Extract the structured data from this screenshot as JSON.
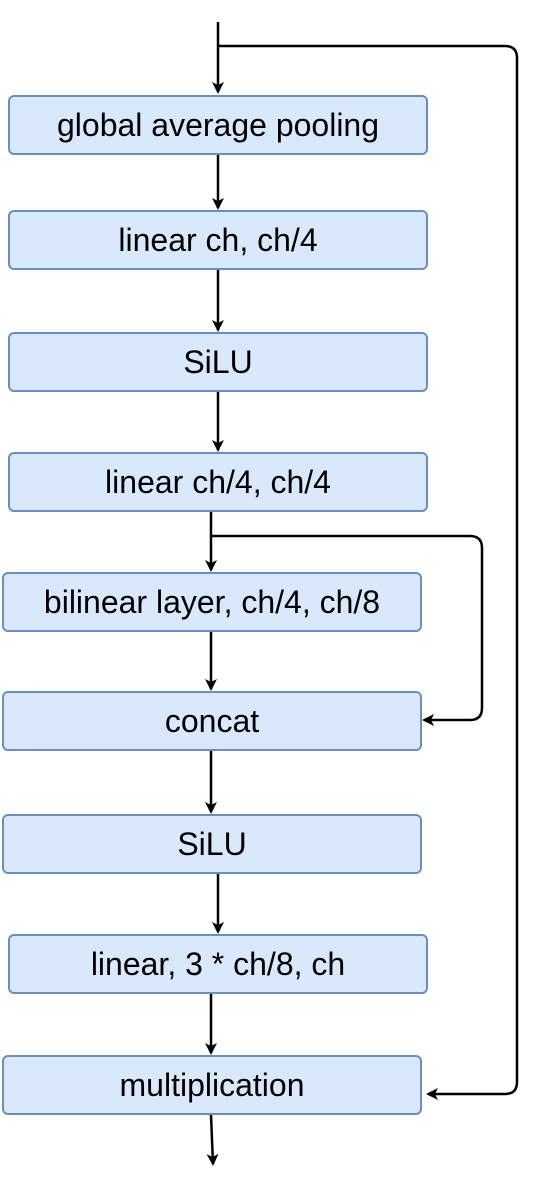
{
  "diagram": {
    "nodes": [
      {
        "id": "global-average-pooling",
        "label": "global average pooling"
      },
      {
        "id": "linear-1",
        "label": "linear ch, ch/4"
      },
      {
        "id": "silu-1",
        "label": "SiLU"
      },
      {
        "id": "linear-2",
        "label": "linear ch/4, ch/4"
      },
      {
        "id": "bilinear-layer",
        "label": "bilinear layer, ch/4, ch/8"
      },
      {
        "id": "concat",
        "label": "concat"
      },
      {
        "id": "silu-2",
        "label": "SiLU"
      },
      {
        "id": "linear-3",
        "label": "linear, 3 * ch/8, ch"
      },
      {
        "id": "multiplication",
        "label": "multiplication"
      }
    ],
    "edges": [
      {
        "from": "input",
        "to": "global-average-pooling"
      },
      {
        "from": "global-average-pooling",
        "to": "linear-1"
      },
      {
        "from": "linear-1",
        "to": "silu-1"
      },
      {
        "from": "silu-1",
        "to": "linear-2"
      },
      {
        "from": "linear-2",
        "to": "bilinear-layer"
      },
      {
        "from": "bilinear-layer",
        "to": "concat"
      },
      {
        "from": "linear-2",
        "to": "concat",
        "kind": "skip"
      },
      {
        "from": "concat",
        "to": "silu-2"
      },
      {
        "from": "silu-2",
        "to": "linear-3"
      },
      {
        "from": "linear-3",
        "to": "multiplication"
      },
      {
        "from": "input",
        "to": "multiplication",
        "kind": "skip"
      },
      {
        "from": "multiplication",
        "to": "output"
      }
    ],
    "colors": {
      "box_fill": "#dae8fc",
      "box_border": "#6c8ebf",
      "line": "#000000"
    }
  }
}
